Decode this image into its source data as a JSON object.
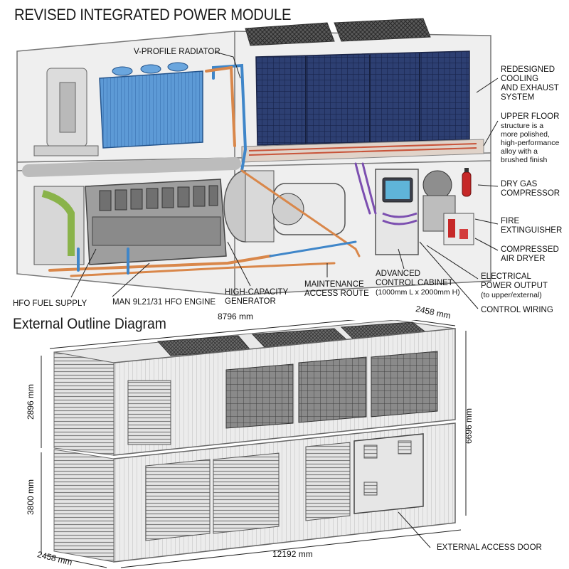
{
  "title": "REVISED INTEGRATED POWER MODULE",
  "subtitle": "External Outline Diagram",
  "labels": {
    "radiator": "V-PROFILE RADIATOR",
    "cooling": [
      "REDESIGNED",
      "COOLING",
      "AND EXHAUST",
      "SYSTEM"
    ],
    "upper_floor_head": "UPPER FLOOR",
    "upper_floor_body": [
      "structure is a",
      "more polished,",
      "high-performance",
      "alloy with a",
      "brushed finish"
    ],
    "dry_gas": [
      "DRY GAS",
      "COMPRESSOR"
    ],
    "fire": [
      "FIRE",
      "EXTINGUISHER"
    ],
    "air_dryer": [
      "COMPRESSED",
      "AIR DRYER"
    ],
    "electrical": [
      "ELECTRICAL",
      "POWER OUTPUT"
    ],
    "electrical_note": "(to upper/external)",
    "control_wiring": "CONTROL WIRING",
    "cabinet": [
      "ADVANCED",
      "CONTROL CABINET"
    ],
    "cabinet_note": "(1000mm L x 2000mm H)",
    "maintenance": [
      "MAINTENANCE",
      "ACCESS ROUTE"
    ],
    "generator": [
      "HIGH-CAPACITY",
      "GENERATOR"
    ],
    "engine": "MAN 9L21/31 HFO ENGINE",
    "fuel": "HFO FUEL SUPPLY",
    "access_door": "EXTERNAL ACCESS DOOR"
  },
  "dimensions": {
    "length_top": "8796 mm",
    "width_top": "2458 mm",
    "height_upper": "2896 mm",
    "height_lower": "3800 mm",
    "height_total": "6696 mm",
    "length_bottom": "12192 mm",
    "width_bottom": "2458 mm"
  },
  "colors": {
    "radiator": "#4f8fd0",
    "cooling_panel": "#2b3c6e",
    "pipe_orange": "#d9874a",
    "pipe_blue": "#3f86c9",
    "wiring_purple": "#7c4fb0",
    "extinguisher_red": "#c62828",
    "container_gray": "#e3e3e3"
  }
}
